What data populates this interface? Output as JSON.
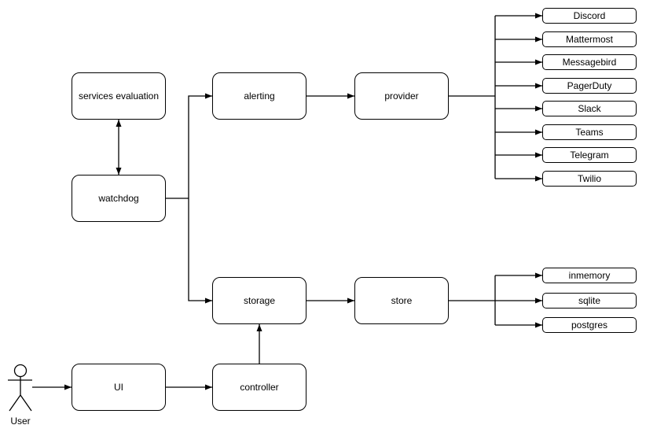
{
  "diagram": {
    "colors": {
      "background": "#ffffff",
      "stroke": "#000000",
      "node_fill": "#ffffff",
      "text": "#000000"
    },
    "nodes": {
      "services_evaluation": {
        "label": "services evaluation"
      },
      "watchdog": {
        "label": "watchdog"
      },
      "alerting": {
        "label": "alerting"
      },
      "provider": {
        "label": "provider"
      },
      "storage": {
        "label": "storage"
      },
      "store": {
        "label": "store"
      },
      "ui": {
        "label": "UI"
      },
      "controller": {
        "label": "controller"
      }
    },
    "provider_targets": [
      "Discord",
      "Mattermost",
      "Messagebird",
      "PagerDuty",
      "Slack",
      "Teams",
      "Telegram",
      "Twilio"
    ],
    "store_targets": [
      "inmemory",
      "sqlite",
      "postgres"
    ],
    "actor": {
      "label": "User"
    }
  }
}
